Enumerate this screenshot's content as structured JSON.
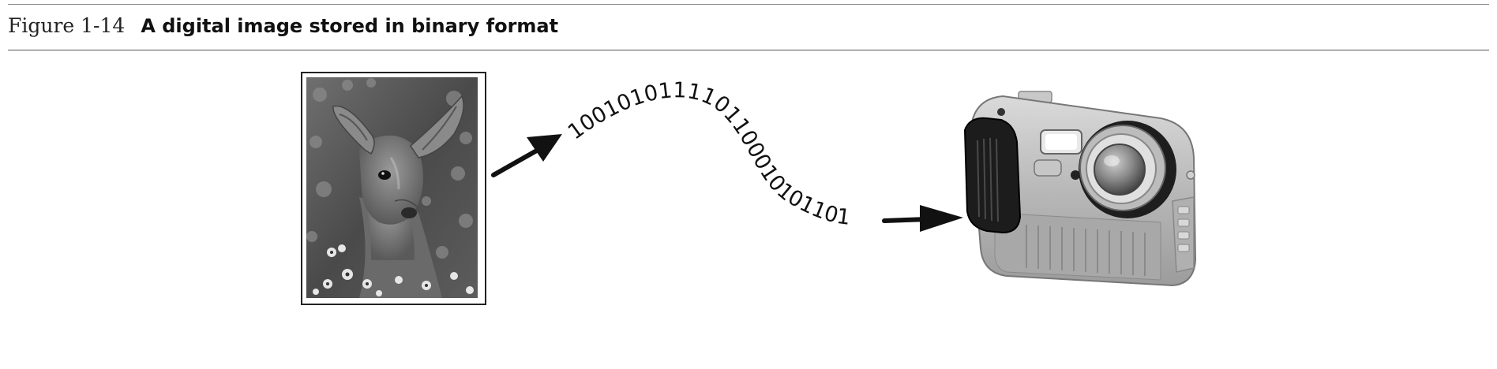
{
  "figure": {
    "number": "Figure 1-14",
    "title": "A digital image stored in binary format"
  },
  "diagram": {
    "binary_stream": "1001010111101100010101101",
    "left_image": "deer-photo",
    "right_image": "digital-camera",
    "arrow_color": "#111111"
  }
}
